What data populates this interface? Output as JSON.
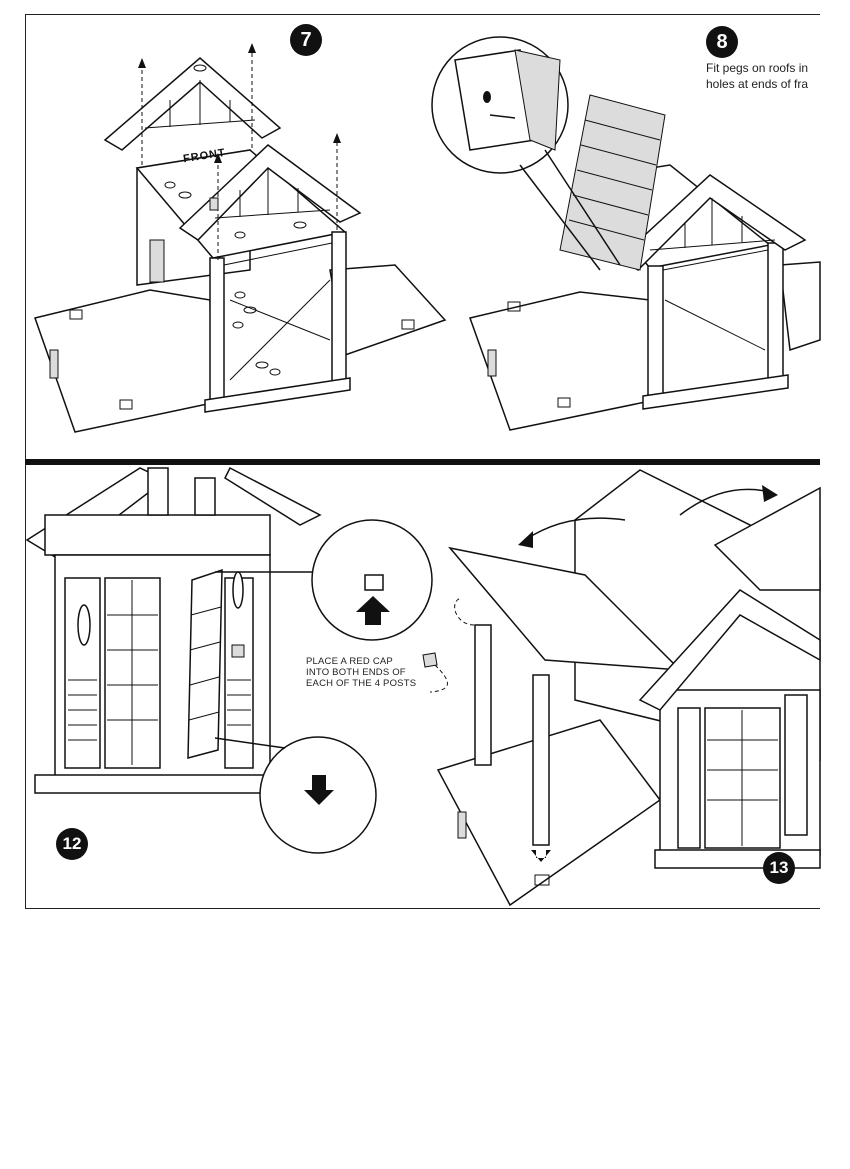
{
  "steps": [
    {
      "number": "7"
    },
    {
      "number": "8",
      "caption": "Fit pegs on roofs in\nholes at ends of fra"
    },
    {
      "number": "12"
    },
    {
      "number": "13"
    }
  ],
  "labels": {
    "roof_front": "FRONT",
    "red_cap_instruction": "PLACE A RED CAP\nINTO BOTH ENDS OF\nEACH OF THE 4 POSTS"
  }
}
